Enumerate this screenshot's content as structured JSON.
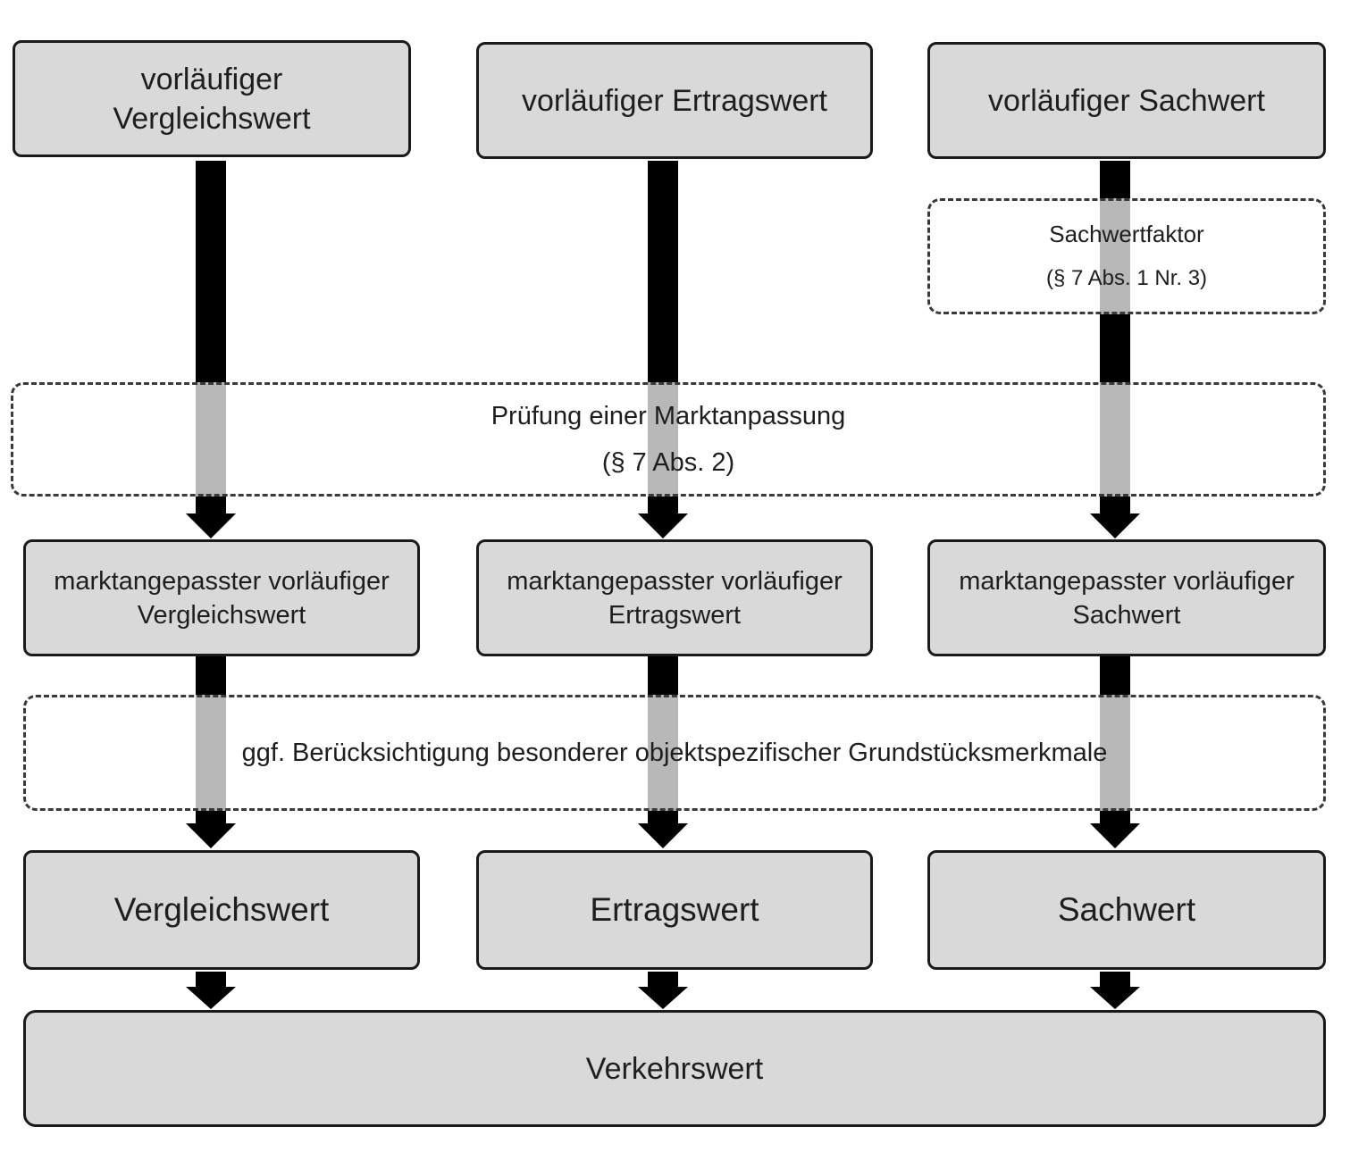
{
  "top_row": [
    {
      "key": "vergleich",
      "label": "vorläufiger Vergleichswert"
    },
    {
      "key": "ertrag",
      "label": "vorläufiger Ertragswert"
    },
    {
      "key": "sach",
      "label": "vorläufiger Sachwert"
    }
  ],
  "sachwertfaktor": {
    "title": "Sachwertfaktor",
    "reference": "(§ 7 Abs. 1 Nr. 3)"
  },
  "marktanpassung": {
    "title": "Prüfung einer Marktanpassung",
    "reference": "(§ 7 Abs. 2)"
  },
  "adjusted_row": [
    {
      "key": "vergleich",
      "label_line1": "marktangepasster vorläufiger",
      "label_line2": "Vergleichswert"
    },
    {
      "key": "ertrag",
      "label_line1": "marktangepasster vorläufiger",
      "label_line2": "Ertragswert"
    },
    {
      "key": "sach",
      "label_line1": "marktangepasster vorläufiger",
      "label_line2": "Sachwert"
    }
  ],
  "besondere_merkmale": {
    "title": "ggf. Berücksichtigung besonderer objektspezifischer Grundstücksmerkmale"
  },
  "final_row": [
    {
      "key": "vergleich",
      "label": "Vergleichswert"
    },
    {
      "key": "ertrag",
      "label": "Ertragswert"
    },
    {
      "key": "sach",
      "label": "Sachwert"
    }
  ],
  "result": {
    "label": "Verkehrswert"
  },
  "colors": {
    "box_fill": "#d9d9d9",
    "border": "#1a1a1a",
    "arrow": "#000000",
    "dashed_border": "#3a3a3a"
  }
}
